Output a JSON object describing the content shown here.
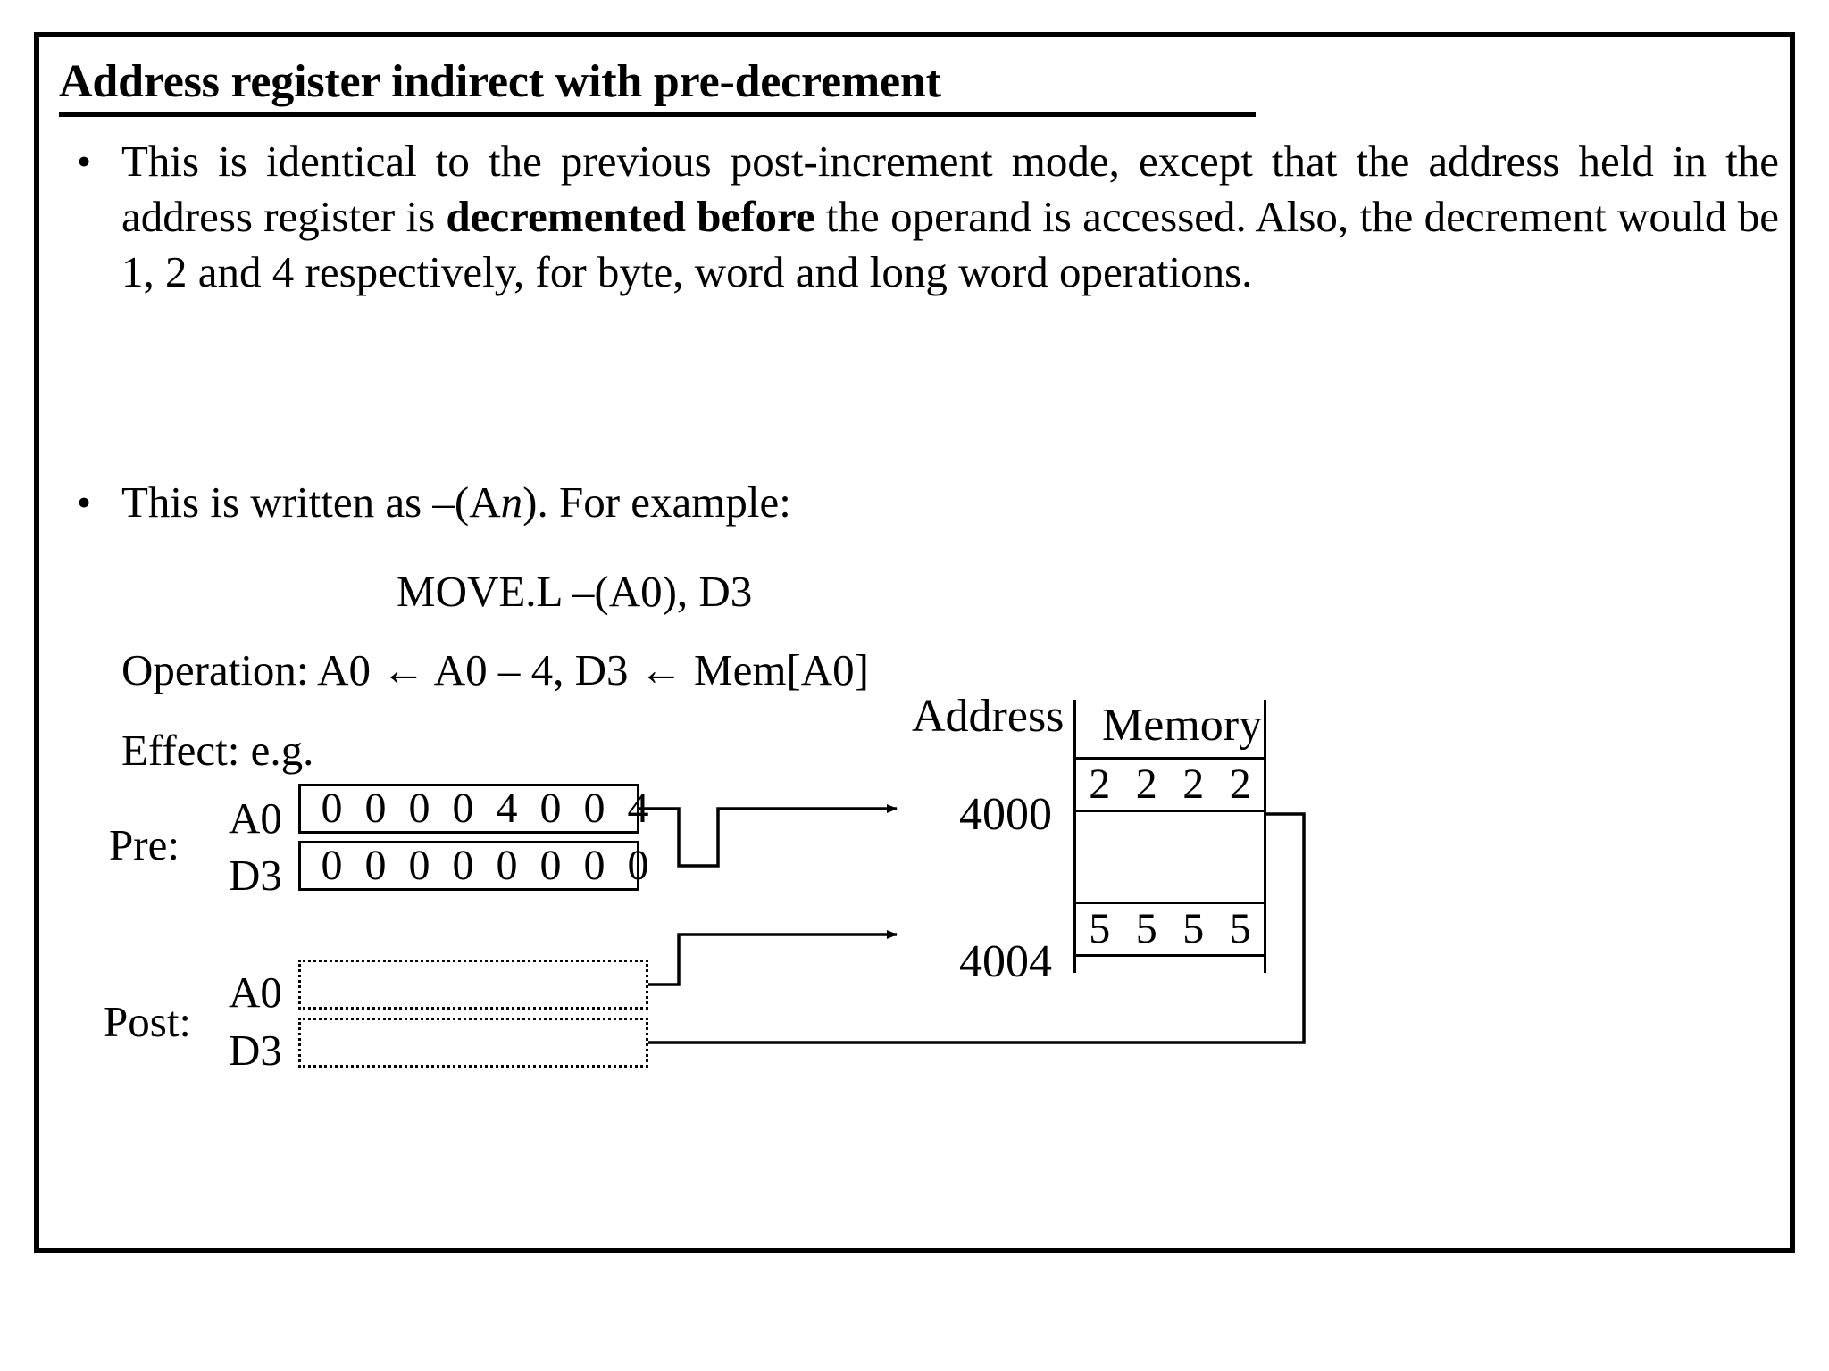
{
  "slide": {
    "title": "Address register indirect with pre-decrement",
    "bullets": [
      {
        "marker": "•",
        "text_parts": [
          {
            "text": "This is identical to the previous post-increment mode, except that the address held in the address register is ",
            "style": "normal"
          },
          {
            "text": "decremented before",
            "style": "bold"
          },
          {
            "text": " the operand is accessed. Also, the decrement would be 1, 2 and 4 respectively, for byte, word and long word operations.",
            "style": "normal"
          }
        ],
        "plain": "This is identical to the previous post-increment mode, except that the address held in the address register is decremented before the operand is accessed. Also, the decrement would be 1, 2 and 4 respectively, for byte, word and long word operations."
      },
      {
        "marker": "•",
        "text_parts": [
          {
            "text": "This is written as –(A",
            "style": "normal"
          },
          {
            "text": "n",
            "style": "italic"
          },
          {
            "text": "). For example:",
            "style": "normal"
          }
        ],
        "plain": "This is written as –(An). For example:"
      }
    ],
    "instruction_line": "MOVE.L   –(A0), D3",
    "operation_line": "Operation: A0 ← A0 – 4, D3 ← Mem[A0]",
    "effect_line": "Effect: e.g."
  },
  "diagram": {
    "pre_label": "Pre:",
    "post_label": "Post:",
    "registers": {
      "pre": [
        {
          "name": "A0",
          "digits": [
            "0",
            "0",
            "0",
            "0",
            "4",
            "0",
            "0",
            "4"
          ],
          "empty": false
        },
        {
          "name": "D3",
          "digits": [
            "0",
            "0",
            "0",
            "0",
            "0",
            "0",
            "0",
            "0"
          ],
          "empty": false
        }
      ],
      "post": [
        {
          "name": "A0",
          "digits": [
            "",
            "",
            "",
            "",
            "",
            "",
            "",
            ""
          ],
          "empty": true
        },
        {
          "name": "D3",
          "digits": [
            "",
            "",
            "",
            "",
            "",
            "",
            "",
            ""
          ],
          "empty": true
        }
      ]
    },
    "memory": {
      "address_header": "Address",
      "memory_header": "Memory",
      "rows": [
        {
          "address": "4000",
          "values": [
            "2",
            "2",
            "2",
            "2"
          ]
        },
        {
          "address": "4004",
          "values": [
            "5",
            "5",
            "5",
            "5"
          ]
        }
      ]
    }
  },
  "colors": {
    "ink": "#000000",
    "paper": "#ffffff"
  }
}
